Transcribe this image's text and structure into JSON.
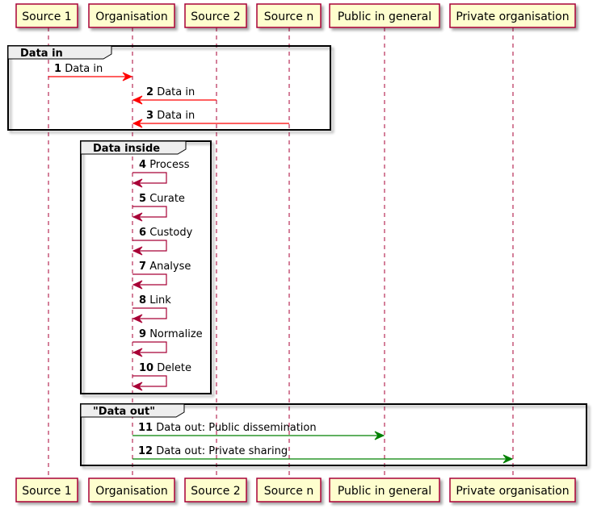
{
  "colors": {
    "participant_fill": "#FEFECE",
    "participant_border": "#A80036",
    "lifeline": "#A80036",
    "data_in_arrow": "#FF0000",
    "data_inside_arrow": "#A80036",
    "data_out_arrow": "#008000",
    "frame_border": "#000000",
    "frame_title_fill": "#EEEEEE"
  },
  "participants": [
    {
      "id": "source1",
      "label": "Source 1"
    },
    {
      "id": "organisation",
      "label": "Organisation"
    },
    {
      "id": "source2",
      "label": "Source 2"
    },
    {
      "id": "sourcen",
      "label": "Source n"
    },
    {
      "id": "public",
      "label": "Public in general"
    },
    {
      "id": "private",
      "label": "Private organisation"
    }
  ],
  "groups": [
    {
      "title": "Data in",
      "messages": [
        1,
        2,
        3
      ]
    },
    {
      "title": "Data inside",
      "messages": [
        4,
        5,
        6,
        7,
        8,
        9,
        10
      ]
    },
    {
      "title": "\"Data out\"",
      "messages": [
        11,
        12
      ]
    }
  ],
  "messages": [
    {
      "num": "1",
      "label": "Data in",
      "from": "source1",
      "to": "organisation",
      "color_key": "data_in_arrow"
    },
    {
      "num": "2",
      "label": "Data in",
      "from": "source2",
      "to": "organisation",
      "color_key": "data_in_arrow"
    },
    {
      "num": "3",
      "label": "Data in",
      "from": "sourcen",
      "to": "organisation",
      "color_key": "data_in_arrow"
    },
    {
      "num": "4",
      "label": "Process",
      "from": "organisation",
      "to": "organisation",
      "color_key": "data_inside_arrow"
    },
    {
      "num": "5",
      "label": "Curate",
      "from": "organisation",
      "to": "organisation",
      "color_key": "data_inside_arrow"
    },
    {
      "num": "6",
      "label": "Custody",
      "from": "organisation",
      "to": "organisation",
      "color_key": "data_inside_arrow"
    },
    {
      "num": "7",
      "label": "Analyse",
      "from": "organisation",
      "to": "organisation",
      "color_key": "data_inside_arrow"
    },
    {
      "num": "8",
      "label": "Link",
      "from": "organisation",
      "to": "organisation",
      "color_key": "data_inside_arrow"
    },
    {
      "num": "9",
      "label": "Normalize",
      "from": "organisation",
      "to": "organisation",
      "color_key": "data_inside_arrow"
    },
    {
      "num": "10",
      "label": "Delete",
      "from": "organisation",
      "to": "organisation",
      "color_key": "data_inside_arrow"
    },
    {
      "num": "11",
      "label": "Data out: Public dissemination",
      "from": "organisation",
      "to": "public",
      "color_key": "data_out_arrow"
    },
    {
      "num": "12",
      "label": "Data out: Private sharing",
      "from": "organisation",
      "to": "private",
      "color_key": "data_out_arrow"
    }
  ]
}
